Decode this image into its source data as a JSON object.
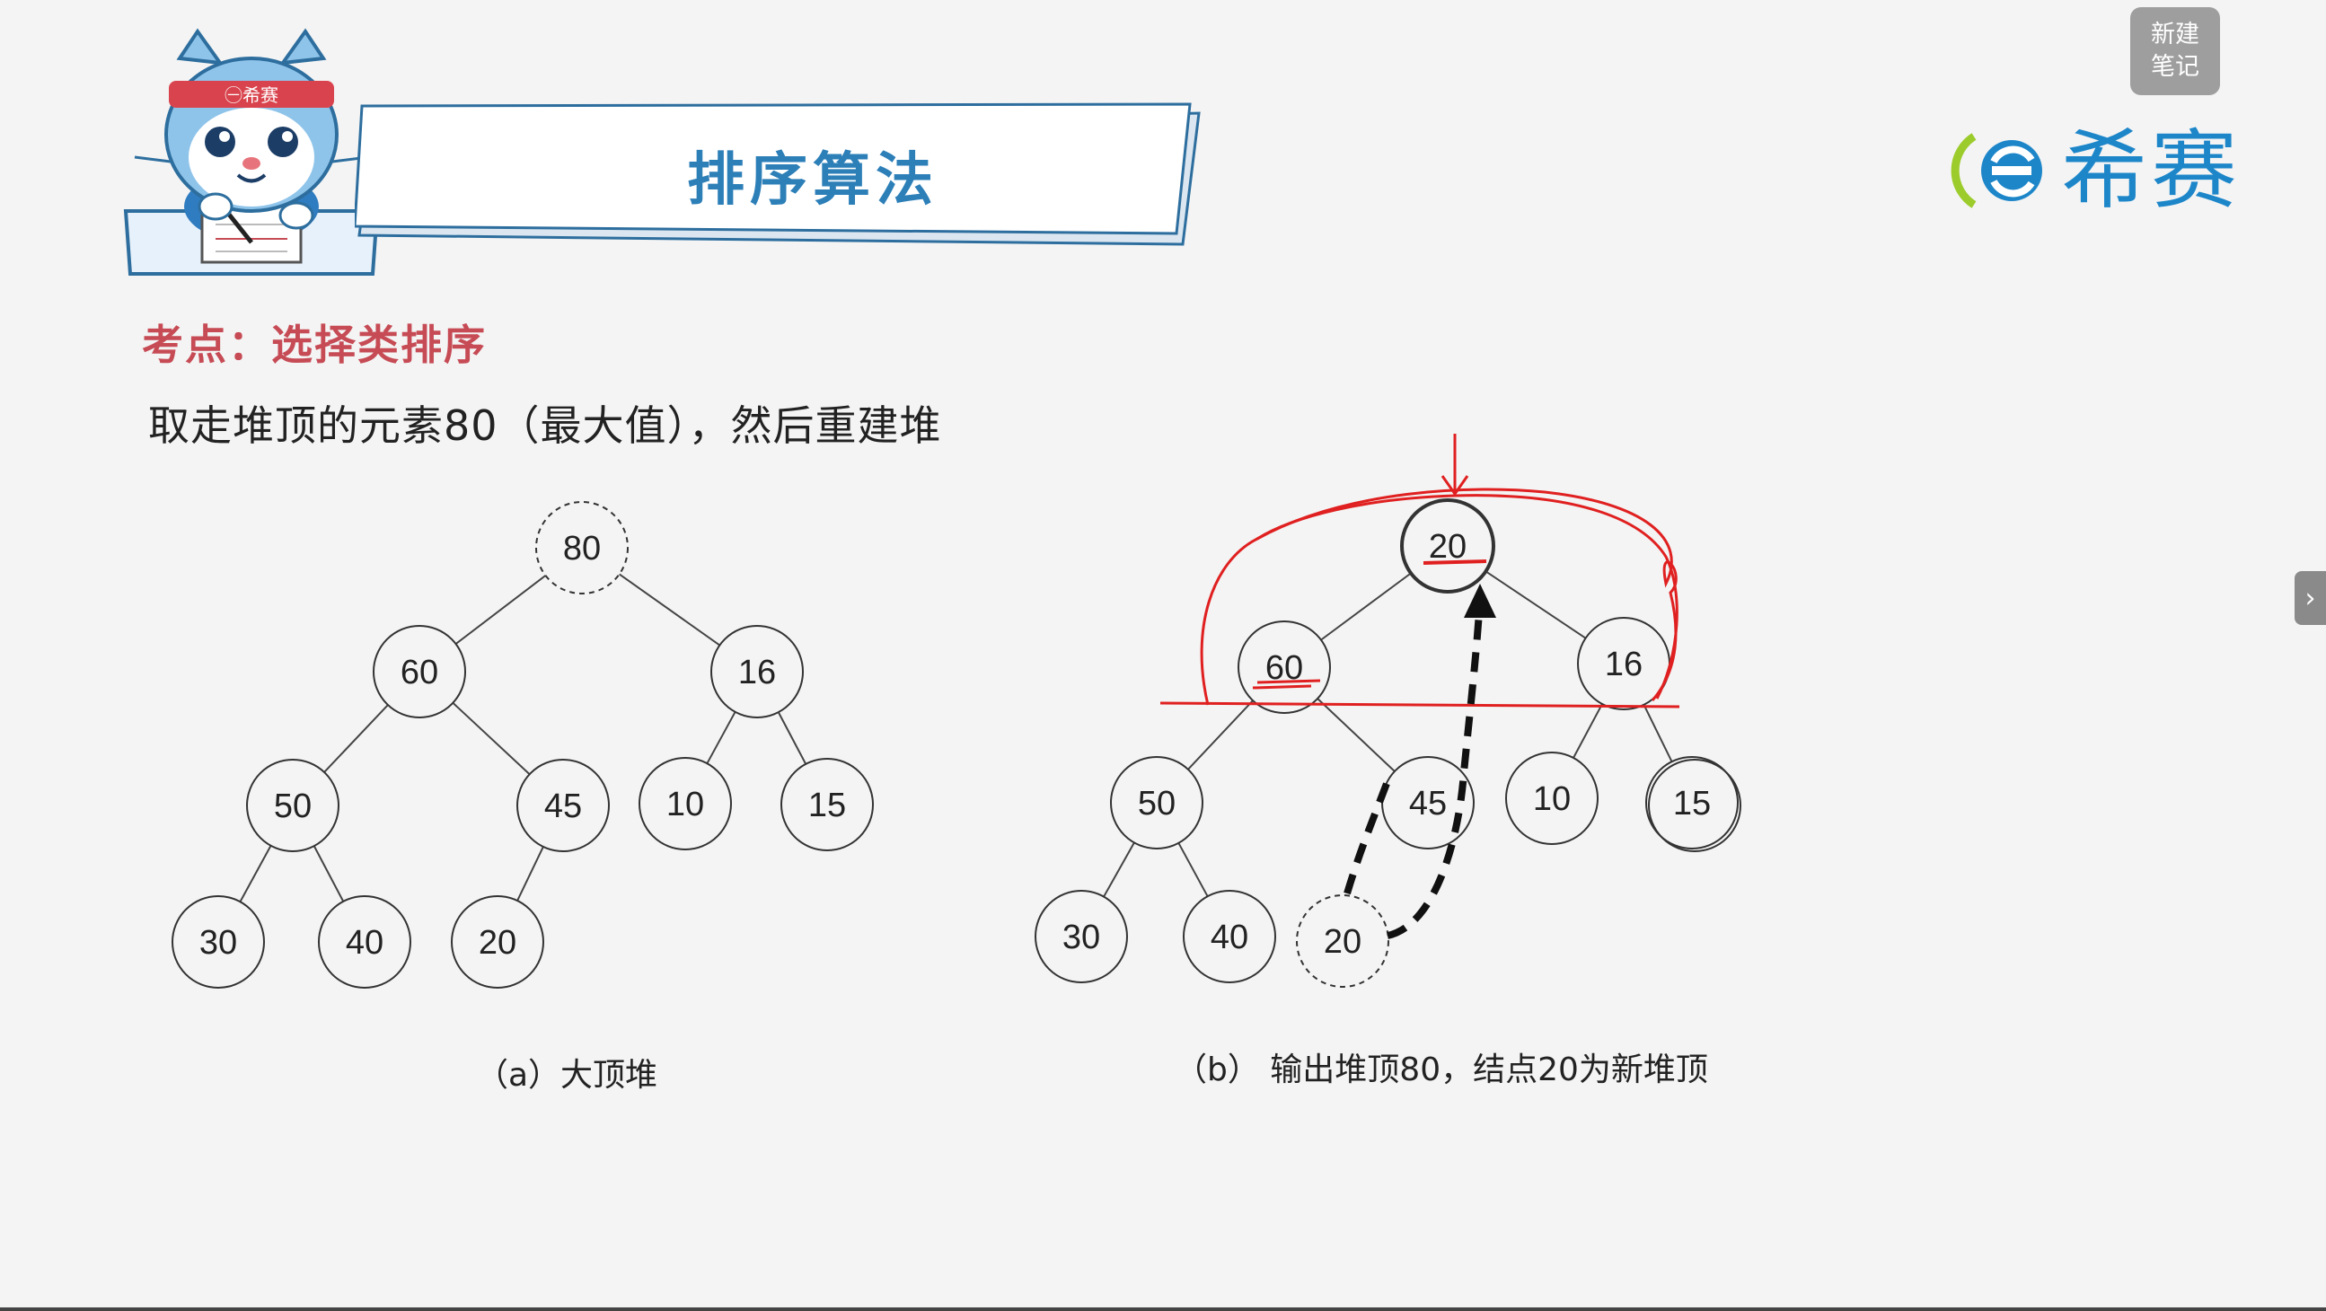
{
  "header": {
    "title": "排序算法",
    "mascot_band_text": "㊀希赛",
    "logo_text": "希赛"
  },
  "new_note_button": {
    "line1": "新建",
    "line2": "笔记"
  },
  "side_tab": {
    "icon": "chevron-right-icon",
    "glyph": "›"
  },
  "topic": "考点：选择类排序",
  "statement": "取走堆顶的元素80（最大值），然后重建堆",
  "colors": {
    "title": "#2d7fb8",
    "topic": "#c64b55",
    "logo": "#1d86c9",
    "annotation": "#e02020"
  },
  "heap_a": {
    "caption": "（a）大顶堆",
    "nodes": [
      {
        "id": "a80",
        "label": "80",
        "style": "dashed"
      },
      {
        "id": "a60",
        "label": "60",
        "style": "solid"
      },
      {
        "id": "a16",
        "label": "16",
        "style": "solid"
      },
      {
        "id": "a50",
        "label": "50",
        "style": "solid"
      },
      {
        "id": "a45",
        "label": "45",
        "style": "solid"
      },
      {
        "id": "a10",
        "label": "10",
        "style": "solid"
      },
      {
        "id": "a15",
        "label": "15",
        "style": "solid"
      },
      {
        "id": "a30",
        "label": "30",
        "style": "solid"
      },
      {
        "id": "a40",
        "label": "40",
        "style": "solid"
      },
      {
        "id": "a20",
        "label": "20",
        "style": "solid"
      }
    ],
    "edges": [
      [
        "a80",
        "a60"
      ],
      [
        "a80",
        "a16"
      ],
      [
        "a60",
        "a50"
      ],
      [
        "a60",
        "a45"
      ],
      [
        "a16",
        "a10"
      ],
      [
        "a16",
        "a15"
      ],
      [
        "a50",
        "a30"
      ],
      [
        "a50",
        "a40"
      ],
      [
        "a45",
        "a20"
      ]
    ]
  },
  "heap_b": {
    "caption": "（b） 输出堆顶80，结点20为新堆顶",
    "nodes": [
      {
        "id": "b20top",
        "label": "20",
        "style": "bold"
      },
      {
        "id": "b60",
        "label": "60",
        "style": "solid"
      },
      {
        "id": "b16",
        "label": "16",
        "style": "solid"
      },
      {
        "id": "b50",
        "label": "50",
        "style": "solid"
      },
      {
        "id": "b45",
        "label": "45",
        "style": "solid"
      },
      {
        "id": "b10",
        "label": "10",
        "style": "solid"
      },
      {
        "id": "b15",
        "label": "15",
        "style": "double"
      },
      {
        "id": "b30",
        "label": "30",
        "style": "solid"
      },
      {
        "id": "b40",
        "label": "40",
        "style": "solid"
      },
      {
        "id": "b20old",
        "label": "20",
        "style": "dashed"
      }
    ],
    "edges": [
      [
        "b20top",
        "b60"
      ],
      [
        "b20top",
        "b16"
      ],
      [
        "b60",
        "b50"
      ],
      [
        "b60",
        "b45"
      ],
      [
        "b16",
        "b10"
      ],
      [
        "b16",
        "b15"
      ],
      [
        "b50",
        "b30"
      ],
      [
        "b50",
        "b40"
      ]
    ]
  }
}
